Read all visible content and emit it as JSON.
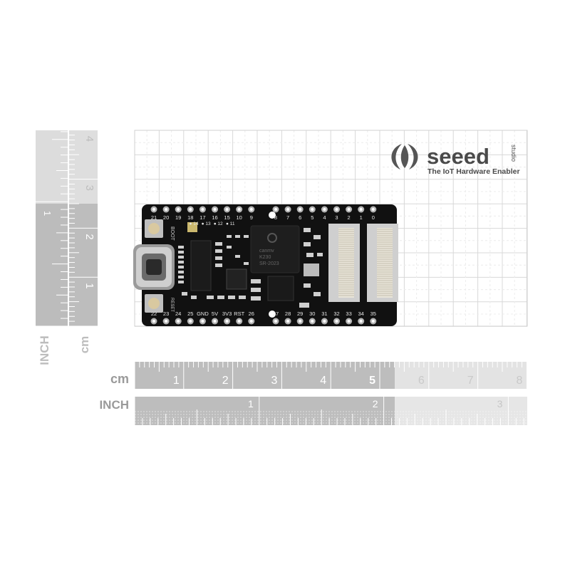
{
  "brand": {
    "name": "seeed",
    "suffix": "studio",
    "tagline": "The IoT Hardware Enabler",
    "color": "#4a4a4a"
  },
  "rulers": {
    "horizontal_cm": {
      "unit": "cm",
      "ticks": [
        "1",
        "2",
        "3",
        "4",
        "5",
        "6",
        "7",
        "8"
      ],
      "highlight": "5"
    },
    "horizontal_inch": {
      "unit": "INCH",
      "ticks": [
        "1",
        "2",
        "3"
      ]
    },
    "vertical_cm": {
      "unit": "cm",
      "ticks": [
        "1",
        "2",
        "3",
        "4"
      ]
    },
    "vertical_inch": {
      "unit": "INCH",
      "ticks": [
        "1"
      ]
    }
  },
  "board": {
    "top_pins": [
      "21",
      "20",
      "19",
      "18",
      "17",
      "16",
      "15",
      "10",
      "9",
      "8",
      "7",
      "6",
      "5",
      "4",
      "3",
      "2",
      "1",
      "0"
    ],
    "top_subpins": [
      "14",
      "13",
      "12",
      "11"
    ],
    "bottom_pins": [
      "22",
      "23",
      "24",
      "25",
      "GND",
      "5V",
      "3V3",
      "RST",
      "26",
      "27",
      "28",
      "29",
      "30",
      "31",
      "32",
      "33",
      "34",
      "35"
    ],
    "boot_label": "BOOT",
    "reset_label": "RESET",
    "chip_text": [
      "canmv",
      "K230",
      "SR-2023"
    ]
  },
  "colors": {
    "board": "#111111",
    "grid": "#d6d6d6",
    "ruler_dark": "#bdbdbd",
    "ruler_light": "#e3e3e3"
  }
}
